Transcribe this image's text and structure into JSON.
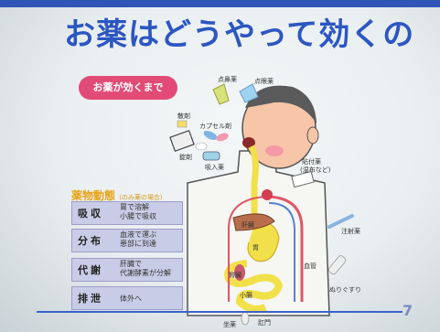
{
  "slide": {
    "title": "お薬はどうやって効くの",
    "subtitle": "お薬が効くまで",
    "page_number": "7"
  },
  "drug_section": {
    "heading": "薬物動態",
    "heading_note": "(のみ薬の場合)",
    "rows": [
      {
        "key": "吸収",
        "desc": "胃で溶解\n小腸で吸収"
      },
      {
        "key": "分布",
        "desc": "血液で運ぶ\n患部に到達"
      },
      {
        "key": "代謝",
        "desc": "肝臓で\n代謝酵素が分解"
      },
      {
        "key": "排泄",
        "desc": "体外へ"
      }
    ]
  },
  "labels": {
    "nasal": "点鼻薬",
    "eye": "点眼薬",
    "tablet": "錠剤",
    "capsule": "カプセル剤",
    "powder": "散剤",
    "inhaler": "吸入薬",
    "patch": "貼付薬",
    "patch_note": "(湿布など)",
    "injection": "注射薬",
    "ointment": "ぬりぐすり",
    "stomach": "胃",
    "liver": "肝臓",
    "vessel": "血管",
    "kidney": "腎臓",
    "small_intestine": "小腸",
    "anus": "肛門",
    "suppository": "坐薬"
  },
  "colors": {
    "title": "#2c56c2",
    "pill": "#e24b76",
    "row_bg": "#c9cce6",
    "digestive": "#f2e04a",
    "blood_vessel": "#e0566a",
    "body_outline": "#555555"
  }
}
